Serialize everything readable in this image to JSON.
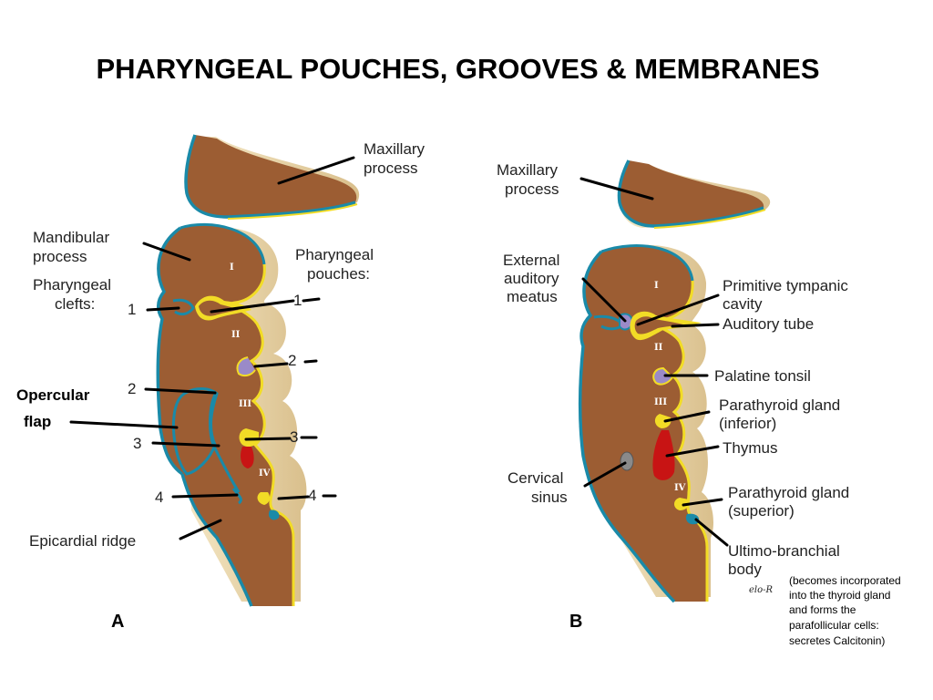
{
  "title": "PHARYNGEAL POUCHES, GROOVES &  MEMBRANES",
  "panel_a": {
    "maxillary_1": "Maxillary",
    "maxillary_2": "process",
    "mandibular_1": "Mandibular",
    "mandibular_2": "process",
    "clefts_1": "Pharyngeal",
    "clefts_2": "clefts:",
    "pouches_1": "Pharyngeal",
    "pouches_2": "pouches:",
    "opercular_1": "Opercular",
    "opercular_2": "flap",
    "epicardial": "Epicardial ridge",
    "cleft_numbers": [
      "1",
      "2",
      "3",
      "4"
    ],
    "pouch_numbers": [
      "1",
      "2",
      "3",
      "4"
    ],
    "arches": [
      "I",
      "II",
      "III",
      "IV"
    ],
    "label": "A"
  },
  "panel_b": {
    "maxillary_1": "Maxillary",
    "maxillary_2": "process",
    "external_1": "External",
    "external_2": "auditory",
    "external_3": "meatus",
    "tympanic_1": "Primitive tympanic",
    "tympanic_2": "cavity",
    "auditory_tube": "Auditory tube",
    "palatine": "Palatine tonsil",
    "parathyroid_inf_1": "Parathyroid gland",
    "parathyroid_inf_2": "(inferior)",
    "thymus": "Thymus",
    "cervical_1": "Cervical",
    "cervical_2": "sinus",
    "parathyroid_sup_1": "Parathyroid gland",
    "parathyroid_sup_2": "(superior)",
    "ultimo_1": "Ultimo-branchial",
    "ultimo_2": "body",
    "arches": [
      "I",
      "II",
      "III",
      "IV"
    ],
    "label": "B",
    "note": [
      "(becomes incorporated",
      "into the thyroid gland",
      "and forms the",
      "parafollicular cells:",
      "secretes Calcitonin)"
    ],
    "signature": "elo-R"
  },
  "colors": {
    "tissue": "#9c5d33",
    "ectoderm": "#1a8aa8",
    "endoderm": "#f2dc26",
    "backing": "#efdcb0",
    "palatine_tonsil": "#9a8ac8",
    "thymus": "#c81414",
    "cervical_sinus": "#8a8a8a"
  }
}
